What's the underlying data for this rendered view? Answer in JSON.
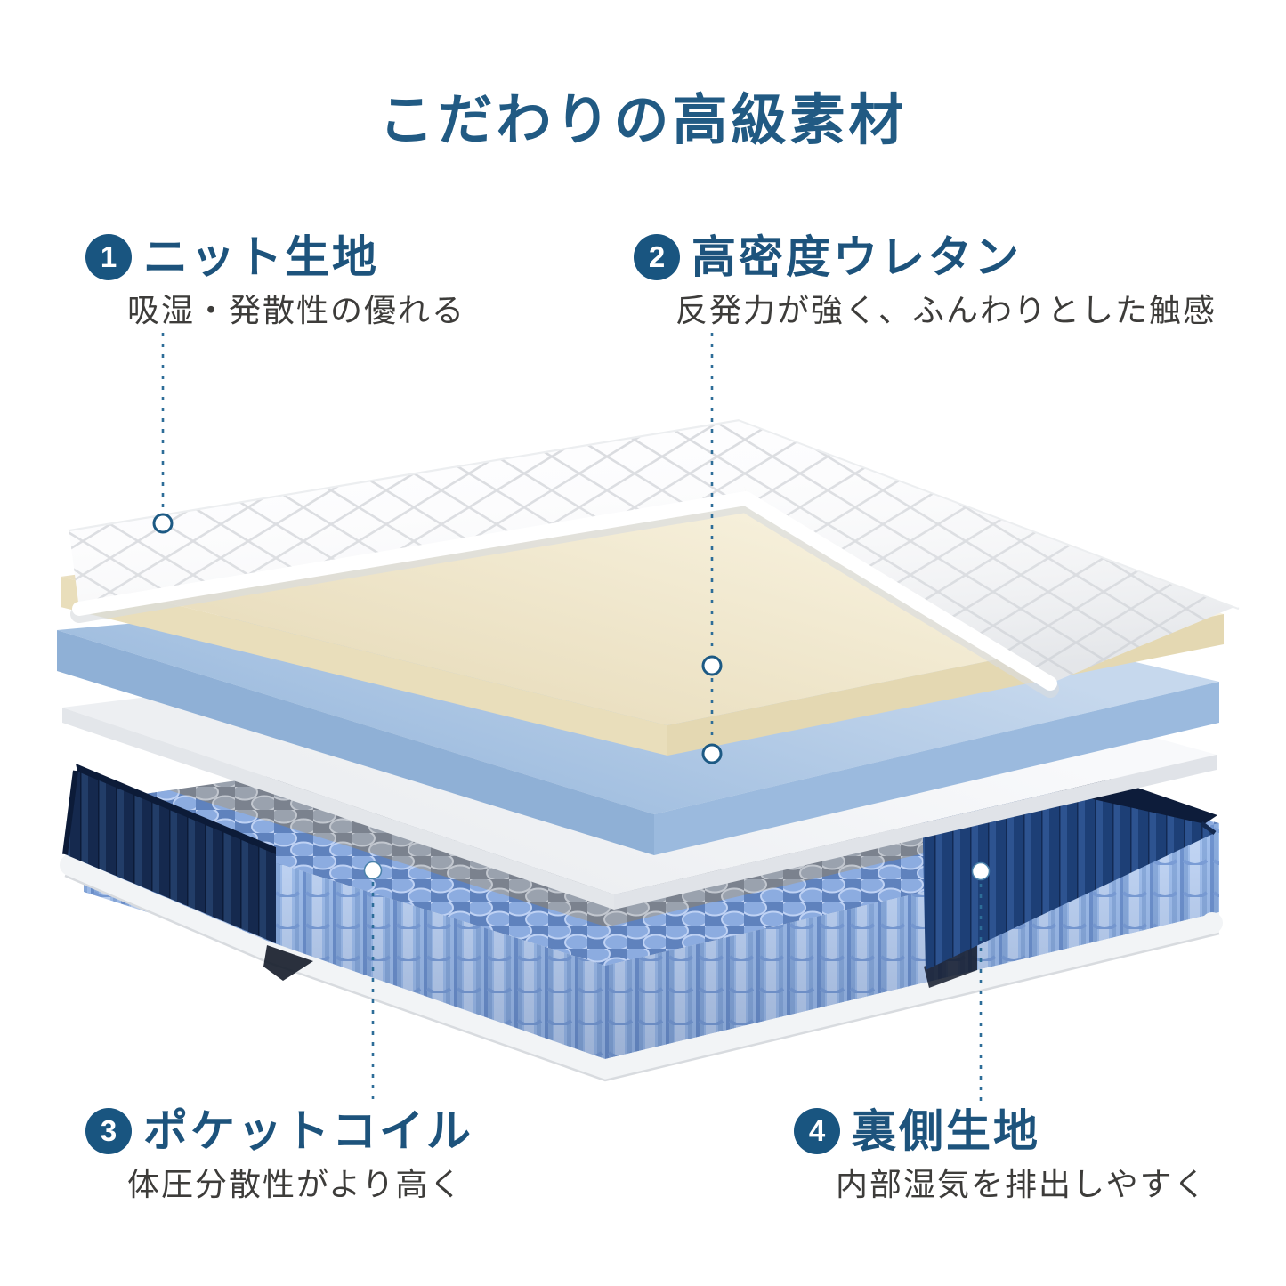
{
  "title": "こだわりの高級素材",
  "callouts": [
    {
      "num": "1",
      "heading": "ニット生地",
      "desc": "吸湿・発散性の優れる"
    },
    {
      "num": "2",
      "heading": "高密度ウレタン",
      "desc": "反発力が強く、ふんわりとした触感"
    },
    {
      "num": "3",
      "heading": "ポケットコイル",
      "desc": "体圧分散性がより高く"
    },
    {
      "num": "4",
      "heading": "裏側生地",
      "desc": "内部湿気を排出しやすく"
    }
  ],
  "colors": {
    "title": "#215a83",
    "badge": "#195580",
    "heading": "#1d537c",
    "body_text": "#3d3c3a",
    "leader_line": "#2d6d98",
    "navy_fabric": "#1d3f76",
    "coil_blue": "#a3c1ee",
    "foam_cream": "#f4edd3",
    "foam_blue": "#b9cfe9",
    "liner_white": "#f4f5f7"
  }
}
